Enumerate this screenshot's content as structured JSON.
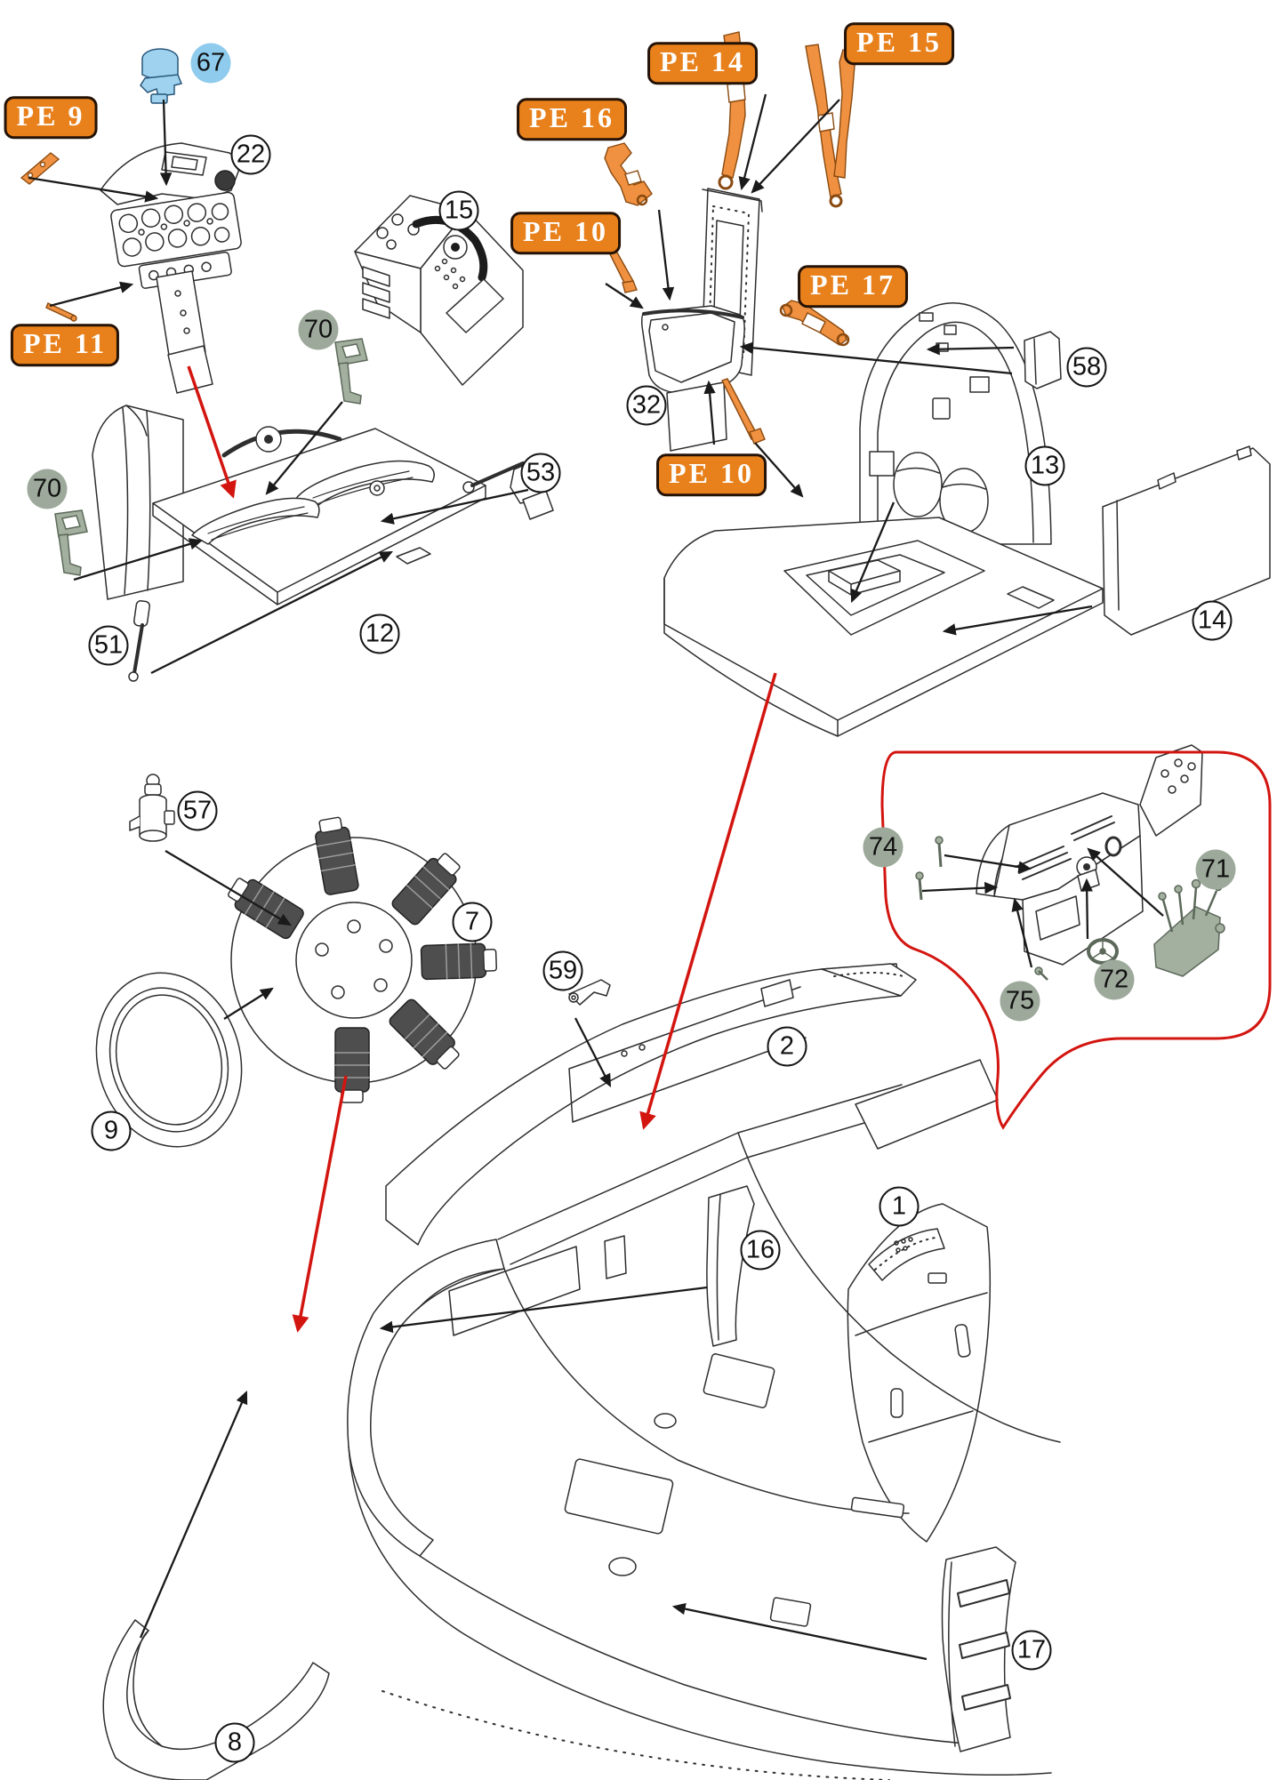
{
  "diagram_type": "model-kit-exploded-assembly-instructions",
  "colors": {
    "pe_label_bg": "#e8811c",
    "pe_label_border": "#241206",
    "pe_label_text": "#ffffff",
    "pe_part_fill": "#ef9140",
    "blue_badge_bg": "#8ecbec",
    "green_badge_bg": "#9daa9b",
    "white_badge_border": "#161616",
    "red_accent": "#d31510",
    "line_art": "#2e2e2e"
  },
  "pe_labels": {
    "pe9": "PE 9",
    "pe10": "PE 10",
    "pe11": "PE 11",
    "pe14": "PE 14",
    "pe15": "PE 15",
    "pe16": "PE 16",
    "pe17": "PE 17"
  },
  "callouts": {
    "n67": "67",
    "n22": "22",
    "n15": "15",
    "n70": "70",
    "n32": "32",
    "n13": "13",
    "n58": "58",
    "n14": "14",
    "n12": "12",
    "n51": "51",
    "n53": "53",
    "n57": "57",
    "n7": "7",
    "n9": "9",
    "n74": "74",
    "n71": "71",
    "n72": "72",
    "n75": "75",
    "n59": "59",
    "n2": "2",
    "n16": "16",
    "n1": "1",
    "n17": "17",
    "n8": "8"
  }
}
